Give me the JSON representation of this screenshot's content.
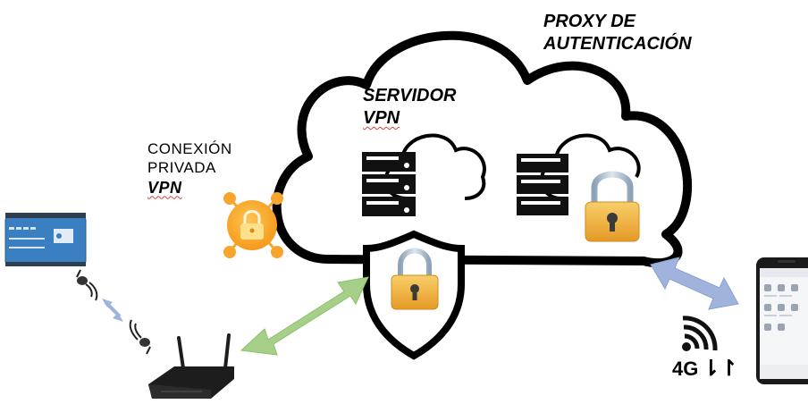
{
  "labels": {
    "proxy_line1": "PROXY DE",
    "proxy_line2": "AUTENTICACIÓN",
    "vpn_server_line1": "SERVIDOR",
    "vpn_server_line2": "VPN",
    "private_line1": "CONEXIÓN",
    "private_line2": "PRIVADA",
    "private_line3": "VPN",
    "network_4g": "4G",
    "updown_symbol": "⇂↾"
  },
  "colors": {
    "cloud_outline": "#000000",
    "lock_body": "#f2b544",
    "lock_shackle": "#a9bdd0",
    "vpn_badge": "#f7a52c",
    "arrow_green": "#a6cf8a",
    "arrow_blue": "#9fb3dc",
    "plc_blue": "#3a7fc1",
    "router_dark": "#1d1d1d"
  },
  "icons": [
    "cloud-icon",
    "server-icon",
    "shield-lock-icon",
    "padlock-icon",
    "vpn-network-icon",
    "plc-device-icon",
    "wireless-antenna-icon",
    "router-icon",
    "signal-icon",
    "smartphone-icon",
    "double-arrow-icon"
  ]
}
